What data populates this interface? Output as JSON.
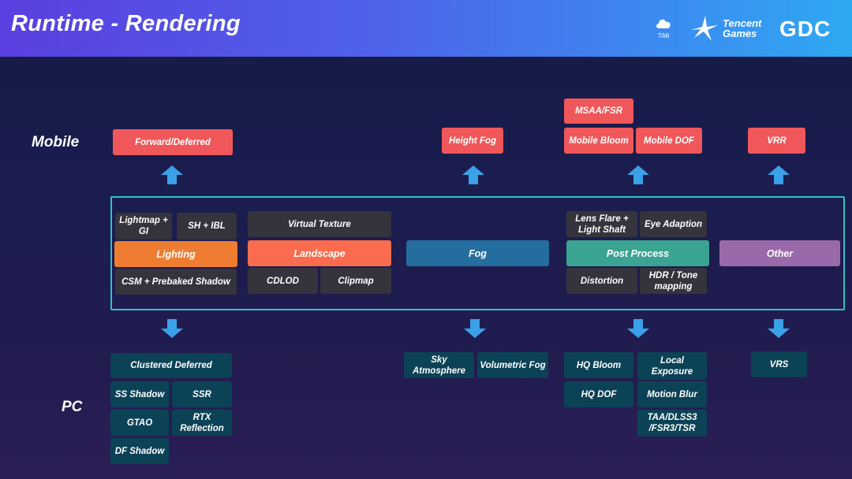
{
  "header": {
    "title": "Runtime - Rendering",
    "logos": {
      "timi": "TiMi",
      "tencent_line1": "Tencent",
      "tencent_line2": "Games",
      "gdc": "GDC"
    }
  },
  "rows": {
    "mobile": "Mobile",
    "pc": "PC"
  },
  "mobile": {
    "forward_deferred": "Forward/Deferred",
    "height_fog": "Height Fog",
    "msaa_fsr": "MSAA/FSR",
    "mobile_bloom": "Mobile Bloom",
    "mobile_dof": "Mobile DOF",
    "vrr": "VRR"
  },
  "categories": {
    "lighting": "Lighting",
    "landscape": "Landscape",
    "fog": "Fog",
    "post_process": "Post Process",
    "other": "Other"
  },
  "sub": {
    "lightmap_gi": "Lightmap + GI",
    "sh_ibl": "SH + IBL",
    "csm_prebaked_shadow": "CSM + Prebaked Shadow",
    "virtual_texture": "Virtual Texture",
    "cdlod": "CDLOD",
    "clipmap": "Clipmap",
    "lens_flare_light_shaft": "Lens Flare + Light Shaft",
    "eye_adaption": "Eye Adaption",
    "distortion": "Distortion",
    "hdr_tone_mapping": "HDR / Tone mapping"
  },
  "pc": {
    "clustered_deferred": "Clustered Deferred",
    "ss_shadow": "SS Shadow",
    "ssr": "SSR",
    "gtao": "GTAO",
    "rtx_reflection": "RTX Reflection",
    "df_shadow": "DF Shadow",
    "sky_atmosphere": "Sky Atmosphere",
    "volumetric_fog": "Volumetric Fog",
    "hq_bloom": "HQ Bloom",
    "local_exposure": "Local Exposure",
    "hq_dof": "HQ DOF",
    "motion_blur": "Motion Blur",
    "taa_dlss3_fsr3_tsr": "TAA/DLSS3 /FSR3/TSR",
    "vrs": "VRS"
  },
  "colors": {
    "mobile_box": "#f0575a",
    "pc_box": "#0c4256",
    "sub_box": "#35343d",
    "lighting": "#ee7d31",
    "landscape": "#fa6c4d",
    "fog": "#236e9f",
    "post_process": "#3aa392",
    "other": "#9a69a9",
    "frame": "#31c0c6",
    "arrow": "#3aa0e8"
  },
  "icons": {
    "arrow_up": "arrow-up-icon",
    "arrow_down": "arrow-down-icon"
  }
}
